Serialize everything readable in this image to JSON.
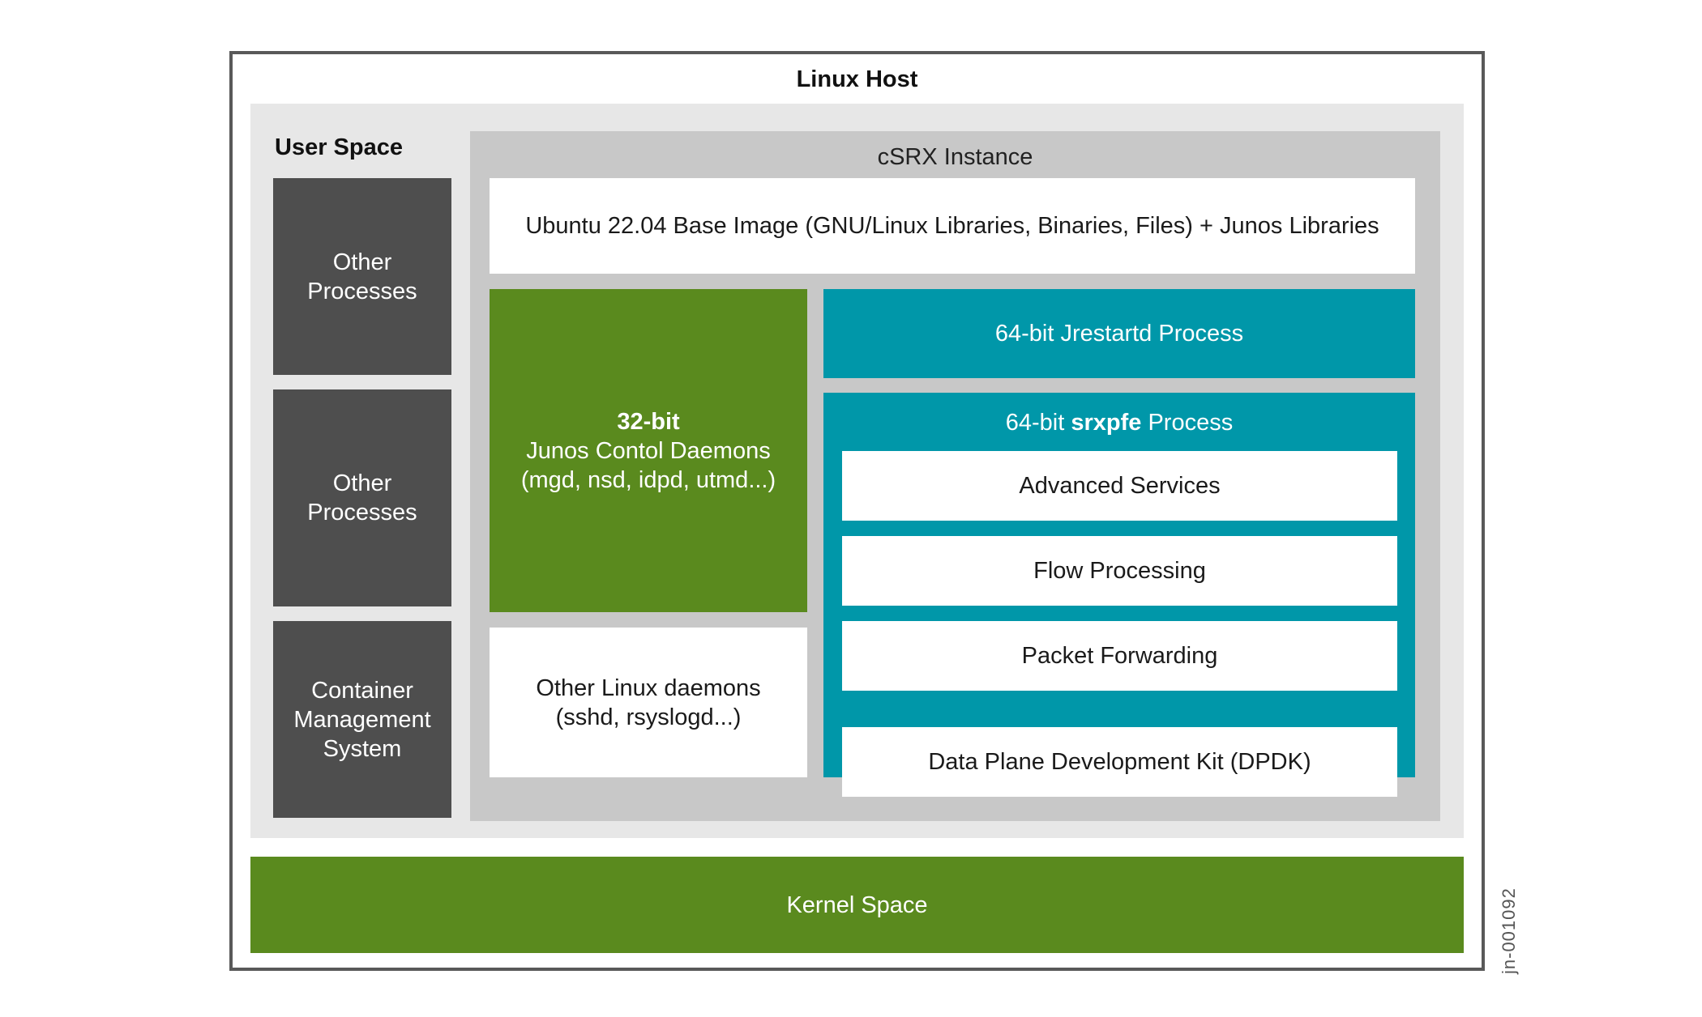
{
  "host": {
    "title": "Linux Host"
  },
  "user_space": {
    "title": "User Space",
    "side_blocks": [
      {
        "line1": "Other",
        "line2": "Processes"
      },
      {
        "line1": "Other",
        "line2": "Processes"
      },
      {
        "line1": "Container",
        "line2": "Management",
        "line3": "System"
      }
    ]
  },
  "csrx": {
    "title": "cSRX Instance",
    "base_image": "Ubuntu 22.04 Base Image (GNU/Linux Libraries, Binaries, Files) + Junos Libraries",
    "control_daemons": {
      "bold": "32-bit",
      "line1": "Junos Contol Daemons",
      "line2": "(mgd, nsd, idpd, utmd...)"
    },
    "other_daemons": {
      "line1": "Other Linux daemons",
      "line2": "(sshd, rsyslogd...)"
    },
    "jrestartd": "64-bit Jrestartd Process",
    "srxpfe": {
      "prefix": "64-bit",
      "bold": "srxpfe",
      "suffix": "Process",
      "layers": [
        "Advanced Services",
        "Flow Processing",
        "Packet Forwarding",
        "Data Plane Development Kit (DPDK)"
      ]
    }
  },
  "kernel_space": "Kernel Space",
  "figure_id": "jn-001092",
  "colors": {
    "green": "#5a8a1e",
    "teal": "#0097a9",
    "dark_gray": "#4e4e4e",
    "light_gray": "#e7e7e7",
    "mid_gray": "#c8c8c8",
    "border": "#595959"
  }
}
